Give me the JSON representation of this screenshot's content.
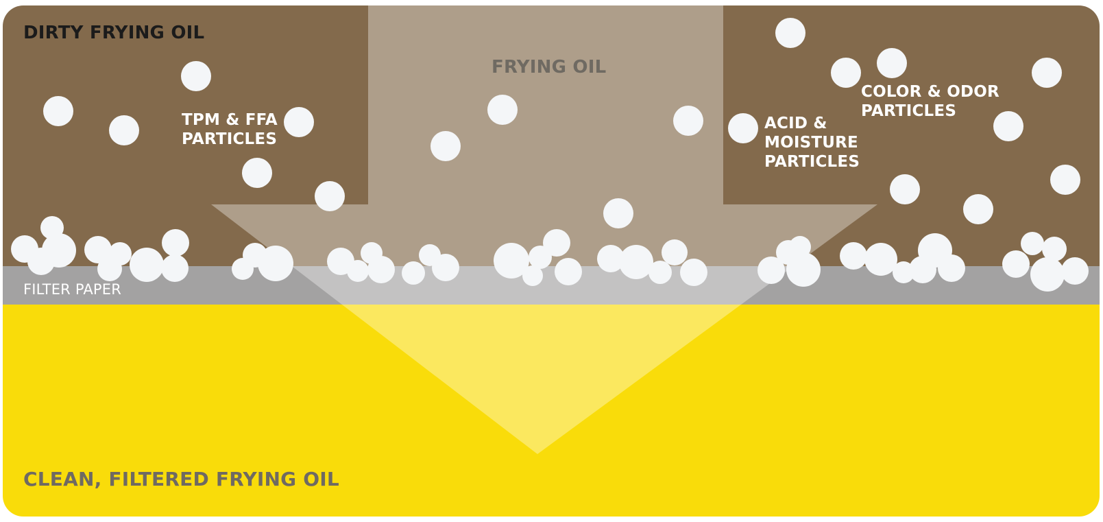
{
  "colors": {
    "dirty_oil": "#836a4c",
    "arrow": "#b3a693",
    "filter_paper": "#a3a2a2",
    "clean_oil": "#f9dc0a",
    "particle": "#f4f6f8",
    "title_dark": "#1b1b1b",
    "title_gray": "#6f6a62"
  },
  "labels": {
    "dirty_oil": "DIRTY FRYING OIL",
    "frying_oil": "FRYING OIL",
    "tpm_ffa": [
      "TPM & FFA",
      "PARTICLES"
    ],
    "acid_moisture": [
      "ACID &",
      "MOISTURE",
      "PARTICLES"
    ],
    "color_odor": [
      "COLOR & ODOR",
      "PARTICLES"
    ],
    "filter_paper": "FILTER PAPER",
    "clean_oil": "CLEAN, FILTERED FRYING OIL"
  },
  "icons": {
    "particle": "white-circle",
    "flow_direction": "down-arrow"
  }
}
